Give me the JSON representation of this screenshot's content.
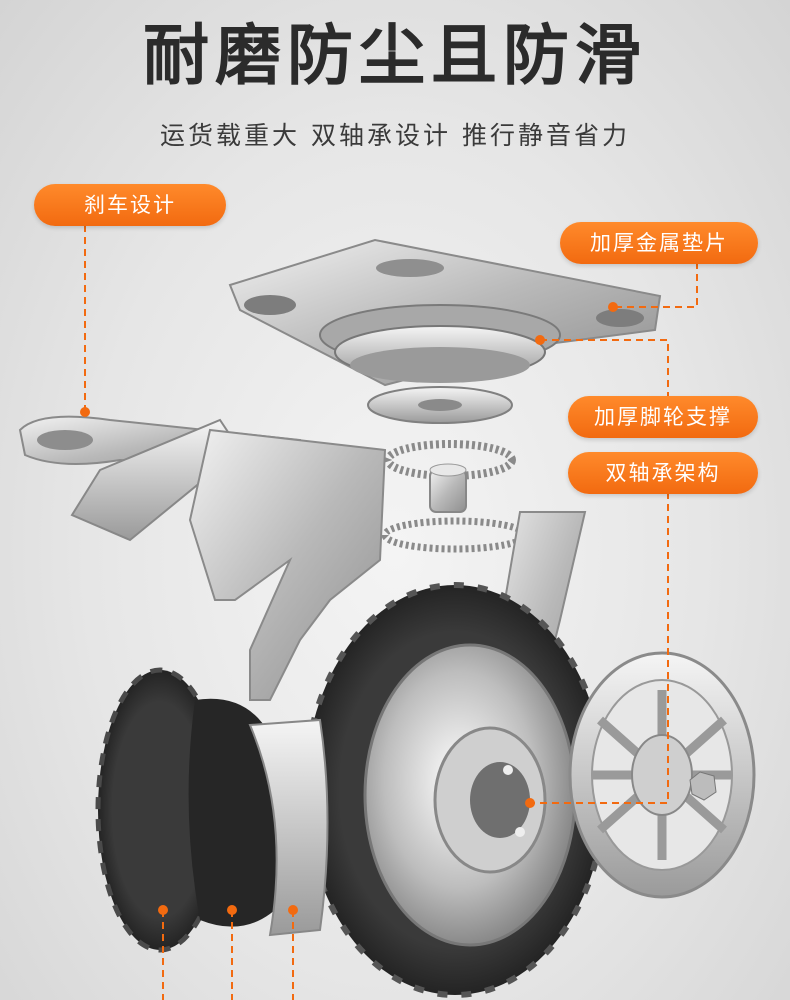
{
  "headline": "耐磨防尘且防滑",
  "subheadline": "运货载重大 双轴承设计 推行静音省力",
  "callouts": {
    "brake": "刹车设计",
    "plate": "加厚金属垫片",
    "bracket": "加厚脚轮支撑",
    "bearing": "双轴承架构"
  },
  "colors": {
    "accent": "#f26a10",
    "accent_light": "#ff8a2b",
    "headline": "#2b2b2b",
    "metal": "#c8c8c8",
    "tire": "#2a2a2a"
  }
}
